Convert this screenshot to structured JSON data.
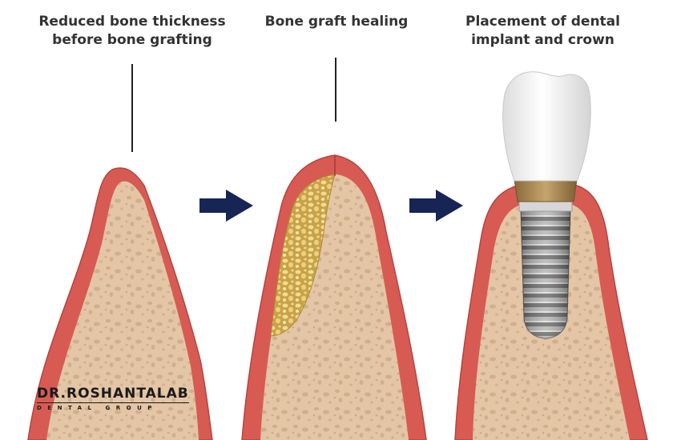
{
  "stages": [
    {
      "caption_lines": [
        "Reduced bone thickness",
        "before bone grafting"
      ]
    },
    {
      "caption_lines": [
        "Bone graft healing"
      ]
    },
    {
      "caption_lines": [
        "Placement of dental",
        "implant and crown"
      ]
    }
  ],
  "logo": {
    "main": "DR.ROSHANTALAB",
    "sub": "DENTAL GROUP"
  },
  "colors": {
    "gum": "#d75b53",
    "gum_dark": "#b8433e",
    "bone": "#e4c6a6",
    "bone_pore": "#c9a584",
    "graft": "#e2c063",
    "arrow": "#172555",
    "crown": "#f2f2f2",
    "abutment": "#a88450",
    "implant": "#8d8d8d"
  }
}
